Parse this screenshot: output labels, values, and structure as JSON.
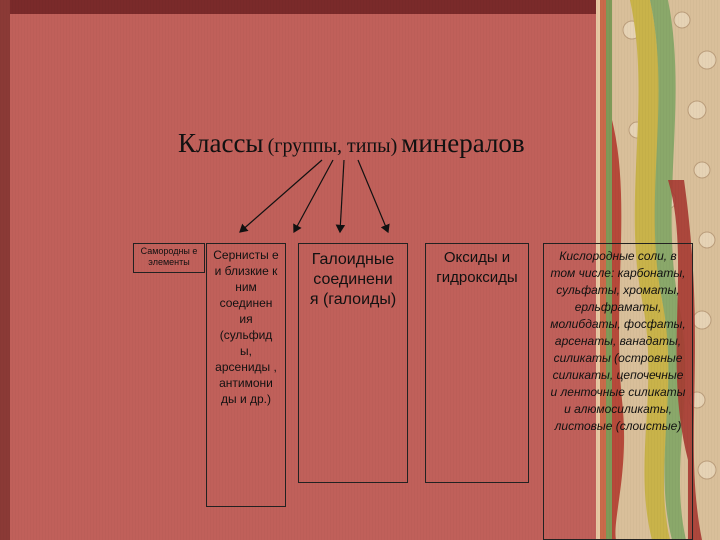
{
  "title": {
    "main": "Классы",
    "paren": "(группы, типы)",
    "end": "минералов"
  },
  "boxes": [
    {
      "text": "Самородны е элементы"
    },
    {
      "text": "Сернисты е и близкие к ним соединен ия (сульфид ы, арсениды , антимони ды и др.)"
    },
    {
      "text": "Галоидные соединени я (галоиды)"
    },
    {
      "text": "Оксиды и гидроксиды"
    },
    {
      "text": "Кислородные соли, в том числе: карбонаты, сульфаты, хроматы, ерльфраматы, молибдаты, фосфаты, арсенаты, ванадаты, силикаты (островные силикаты, цепочечные и ленточные силикаты и алюмосиликаты, листовые (слоистые)"
    }
  ],
  "colors": {
    "background": "#c0605a",
    "frame": "#7a2a2a",
    "text": "#111111"
  }
}
